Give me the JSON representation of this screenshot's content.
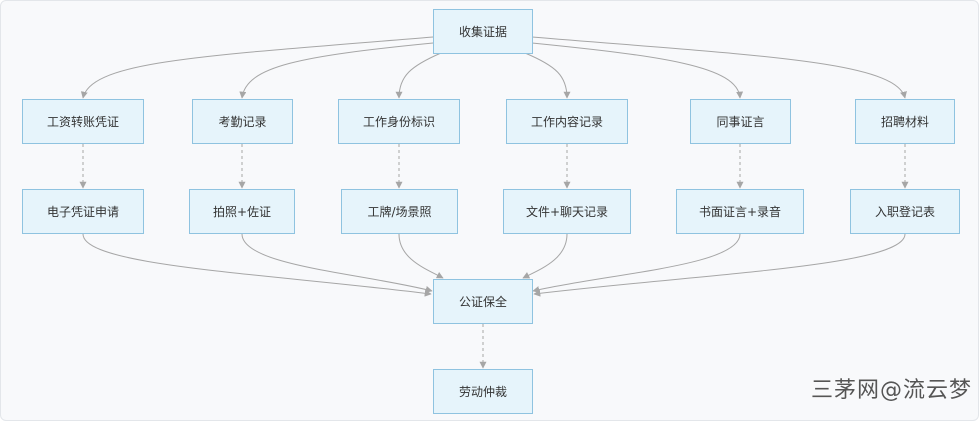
{
  "diagram": {
    "root": "收集证据",
    "categories": [
      "工资转账凭证",
      "考勤记录",
      "工作身份标识",
      "工作内容记录",
      "同事证言",
      "招聘材料"
    ],
    "methods": [
      "电子凭证申请",
      "拍照+佐证",
      "工牌/场景照",
      "文件+聊天记录",
      "书面证言+录音",
      "入职登记表"
    ],
    "merge": "公证保全",
    "final": "劳动仲裁"
  },
  "watermark": "三茅网@流云梦",
  "colors": {
    "node_fill": "#e6f4fb",
    "node_border": "#8fc3e0",
    "edge": "#a6a6a6"
  }
}
